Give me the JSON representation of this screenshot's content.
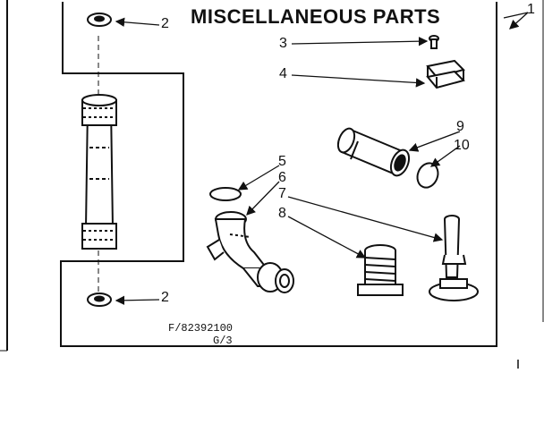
{
  "diagram": {
    "title": "MISCELLANEOUS PARTS",
    "part_number": "F/82392100",
    "page_code": "G/3",
    "callouts": {
      "c1": "1",
      "c2_top": "2",
      "c2_bottom": "2",
      "c3": "3",
      "c4": "4",
      "c5": "5",
      "c6": "6",
      "c7": "7",
      "c8": "8",
      "c9": "9",
      "c10": "10"
    }
  }
}
